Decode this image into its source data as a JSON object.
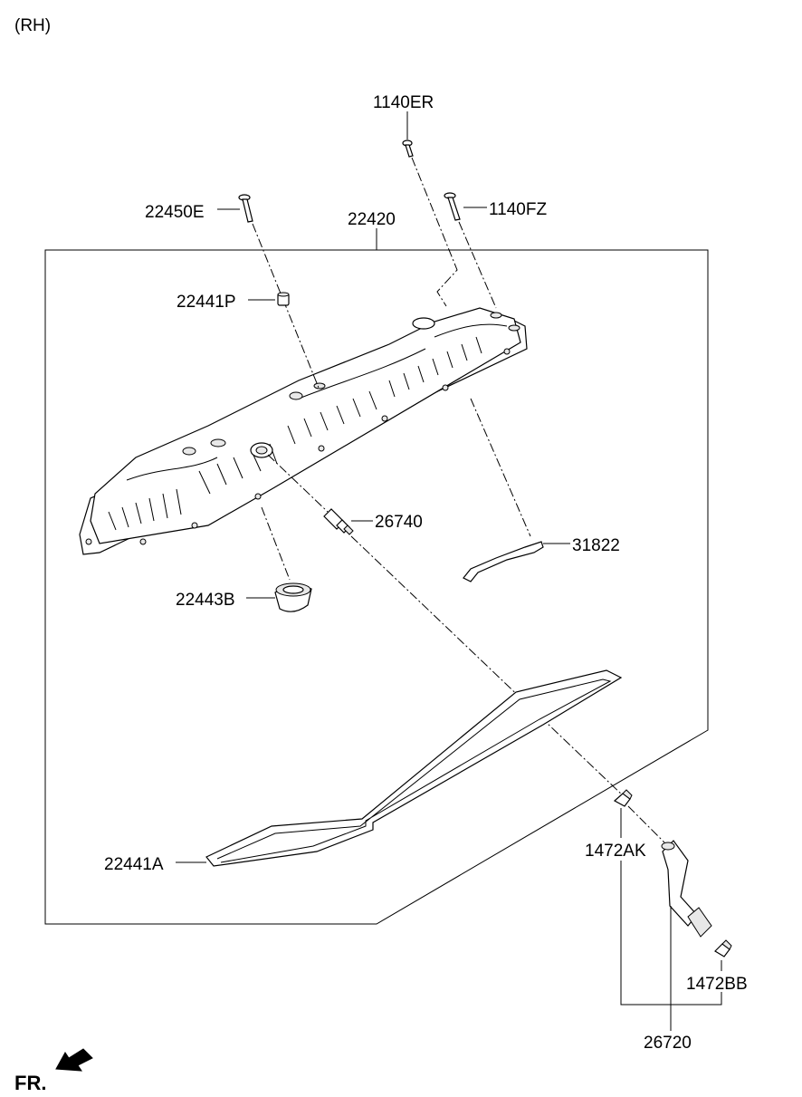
{
  "side_label": "(RH)",
  "front_label": "FR.",
  "parts": {
    "p1140ER": "1140ER",
    "p22450E": "22450E",
    "p1140FZ": "1140FZ",
    "p22420": "22420",
    "p22441P": "22441P",
    "p26740": "26740",
    "p31822": "31822",
    "p22443B": "22443B",
    "p22441A": "22441A",
    "p1472AK": "1472AK",
    "p1472BB": "1472BB",
    "p26720": "26720"
  }
}
